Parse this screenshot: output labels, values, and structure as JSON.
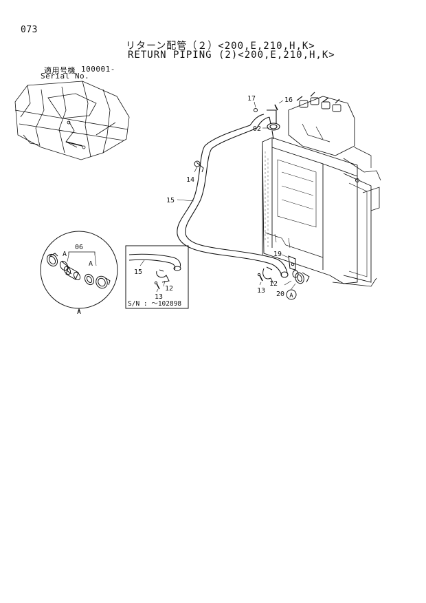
{
  "page_number": "073",
  "title_jp": "リターン配管（２）<200,E,210,H,K>",
  "title_en": "RETURN PIPING (2)<200,E,210,H,K>",
  "serial": {
    "label_jp": "適用号機",
    "value": "100001-",
    "label_en": "Serial No."
  },
  "callouts": {
    "p17": "17",
    "p16": "16",
    "p02": "02",
    "p14": "14",
    "p15": "15",
    "p19": "19",
    "p13": "13",
    "p12": "12",
    "p20": "20",
    "pA": "A"
  },
  "detail_a": {
    "part06": "06",
    "a_left": "A",
    "a_right": "A",
    "a_bottom": "A"
  },
  "inset": {
    "p15": "15",
    "p12": "12",
    "p13": "13",
    "sn_note": "S/N : ～102898"
  }
}
